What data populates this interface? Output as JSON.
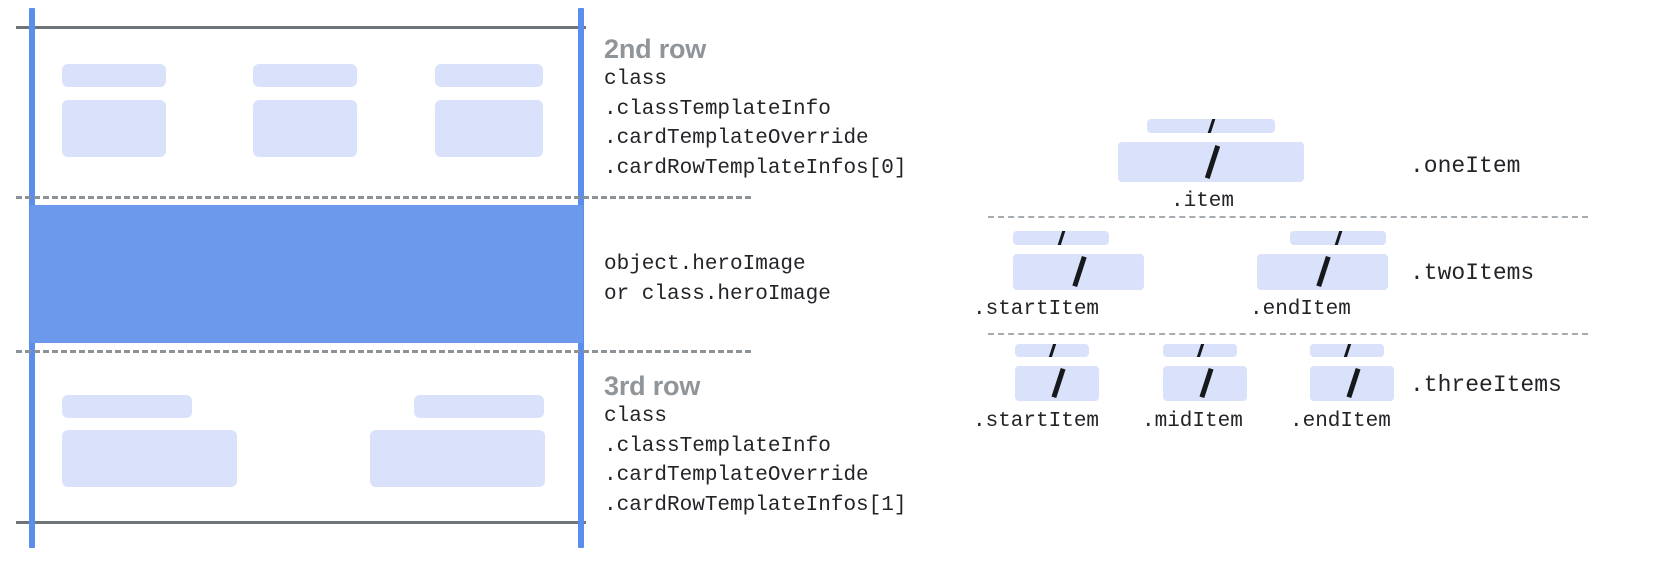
{
  "colors": {
    "placeholder_fill": "#d9e2fa",
    "hero_fill": "#6d99ed",
    "guide_blue": "#5b8def",
    "rule_gray": "#6f7479",
    "dash_gray": "#8d9297",
    "heading_gray": "#909599",
    "mono_text": "#222428"
  },
  "card_diagram": {
    "second_row": {
      "title": "2nd row",
      "code_lines": [
        "class",
        ".classTemplateInfo",
        ".cardTemplateOverride",
        ".cardRowTemplateInfos[0]"
      ]
    },
    "hero_row": {
      "code_lines": [
        "object.heroImage",
        "or class.heroImage"
      ]
    },
    "third_row": {
      "title": "3rd row",
      "code_lines": [
        "class",
        ".classTemplateInfo",
        ".cardTemplateOverride",
        ".cardRowTemplateInfos[1]"
      ]
    }
  },
  "item_diagram": {
    "groups": [
      {
        "label": ".oneItem",
        "items": [
          {
            "caption": ".item"
          }
        ]
      },
      {
        "label": ".twoItems",
        "items": [
          {
            "caption": ".startItem"
          },
          {
            "caption": ".endItem"
          }
        ]
      },
      {
        "label": ".threeItems",
        "items": [
          {
            "caption": ".startItem"
          },
          {
            "caption": ".midItem"
          },
          {
            "caption": ".endItem"
          }
        ]
      }
    ]
  }
}
